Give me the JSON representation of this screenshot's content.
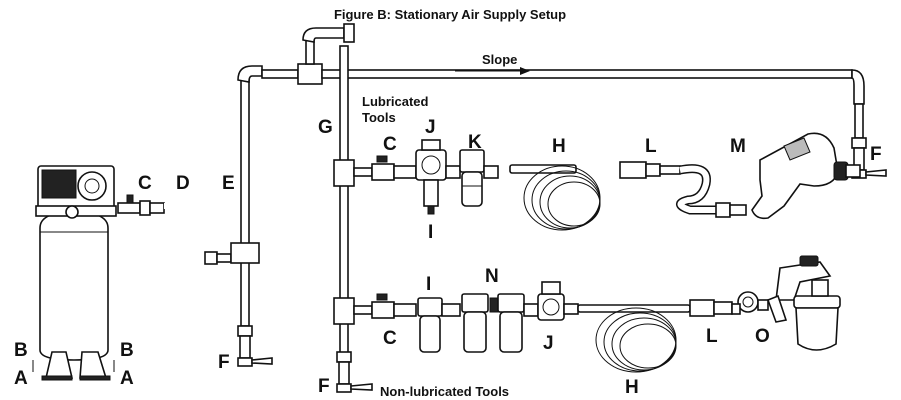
{
  "figure": {
    "title": "Figure B:  Stationary Air Supply Setup",
    "slope_label": "Slope",
    "lubricated_label_line1": "Lubricated",
    "lubricated_label_line2": "Tools",
    "nonlubricated_label": "Non-lubricated Tools"
  },
  "part_labels": {
    "A_left": "A",
    "A_right": "A",
    "B_left": "B",
    "B_right": "B",
    "C_compressor": "C",
    "C_top": "C",
    "C_bottom": "C",
    "D": "D",
    "E": "E",
    "F_left": "F",
    "F_bottom": "F",
    "F_right": "F",
    "G": "G",
    "H_top": "H",
    "H_bottom": "H",
    "I_top": "I",
    "I_bottom": "I",
    "J_top": "J",
    "J_bottom": "J",
    "K": "K",
    "L_top": "L",
    "L_bottom": "L",
    "M": "M",
    "N": "N",
    "O": "O"
  }
}
